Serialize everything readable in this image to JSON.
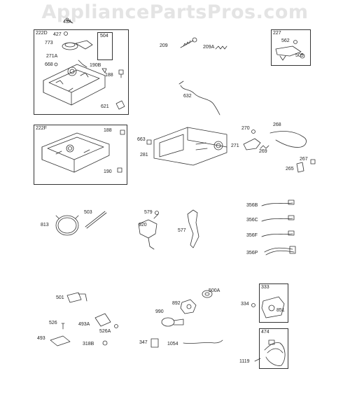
{
  "watermark": "AppliancePartsPros.com",
  "corner_label": "43A",
  "boxes": {
    "b222D": {
      "title": "222D",
      "sub": "504"
    },
    "b227": {
      "title": "227"
    },
    "b222F": {
      "title": "222F"
    },
    "b333": {
      "title": "333"
    },
    "b474": {
      "title": "474"
    }
  },
  "labels": {
    "l427": "427",
    "l773": "773",
    "l271A": "271A",
    "l668": "668",
    "l190B": "190B",
    "l188a": "188",
    "l621": "621",
    "l209": "209",
    "l209A": "209A",
    "l562": "562",
    "l505": "505",
    "l632": "632",
    "l188b": "188",
    "l190": "190",
    "l663": "663",
    "l281": "281",
    "l270": "270",
    "l268": "268",
    "l271": "271",
    "l269": "269",
    "l267": "267",
    "l265": "265",
    "l813": "813",
    "l503": "503",
    "l579": "579",
    "l920": "920",
    "l577": "577",
    "l356B": "356B",
    "l356C": "356C",
    "l356F": "356F",
    "l356P": "356P",
    "l501": "501",
    "l526": "526",
    "l493A": "493A",
    "l526A": "526A",
    "l493": "493",
    "l318B": "318B",
    "l500A": "500A",
    "l892": "892",
    "l990": "990",
    "l347": "347",
    "l1054": "1054",
    "l334": "334",
    "l851": "851",
    "l1119": "1119"
  }
}
